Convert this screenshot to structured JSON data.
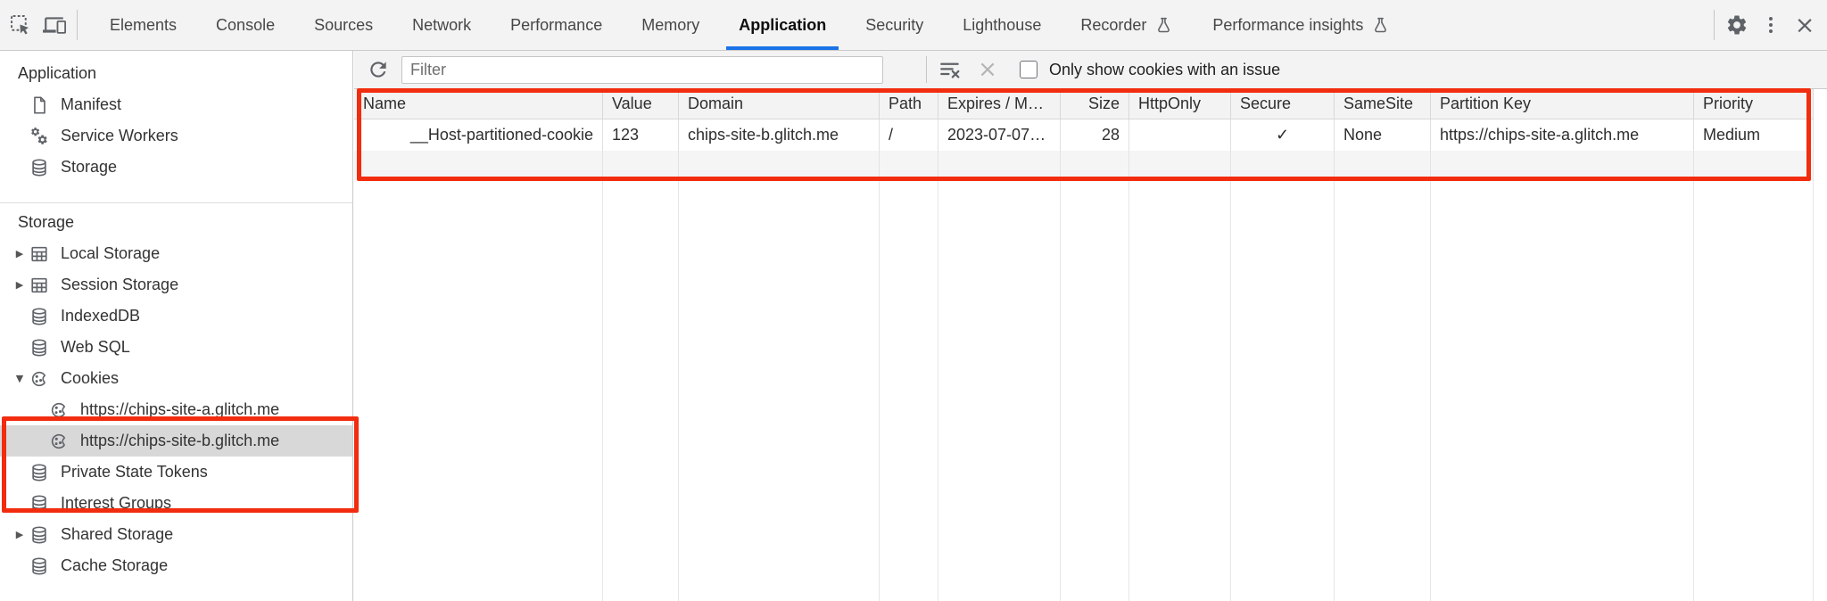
{
  "colors": {
    "accent_blue": "#1a73e8",
    "annotation_red": "#f22c0f",
    "selection_gray": "#d8d8d8"
  },
  "glyphs": {
    "close": "×",
    "check": "✓",
    "collapsed": "▶",
    "expanded": "▼"
  },
  "toolbar": {
    "tabs": [
      {
        "label": "Elements"
      },
      {
        "label": "Console"
      },
      {
        "label": "Sources"
      },
      {
        "label": "Network"
      },
      {
        "label": "Performance"
      },
      {
        "label": "Memory"
      },
      {
        "label": "Application",
        "active": true
      },
      {
        "label": "Security"
      },
      {
        "label": "Lighthouse"
      },
      {
        "label": "Recorder",
        "experimental": true
      },
      {
        "label": "Performance insights",
        "experimental": true
      }
    ]
  },
  "sidebar": {
    "app_section_title": "Application",
    "app_items": [
      {
        "label": "Manifest",
        "icon": "file-icon"
      },
      {
        "label": "Service Workers",
        "icon": "gears-icon"
      },
      {
        "label": "Storage",
        "icon": "database-icon"
      }
    ],
    "storage_section_title": "Storage",
    "storage_items": [
      {
        "label": "Local Storage",
        "icon": "table-icon",
        "state": "collapsed"
      },
      {
        "label": "Session Storage",
        "icon": "table-icon",
        "state": "collapsed"
      },
      {
        "label": "IndexedDB",
        "icon": "database-icon"
      },
      {
        "label": "Web SQL",
        "icon": "database-icon"
      },
      {
        "label": "Cookies",
        "icon": "cookie-icon",
        "state": "expanded"
      },
      {
        "label": "https://chips-site-a.glitch.me",
        "icon": "cookie-icon",
        "sub": true
      },
      {
        "label": "https://chips-site-b.glitch.me",
        "icon": "cookie-icon",
        "sub": true,
        "selected": true
      },
      {
        "label": "Private State Tokens",
        "icon": "database-icon"
      },
      {
        "label": "Interest Groups",
        "icon": "database-icon"
      },
      {
        "label": "Shared Storage",
        "icon": "database-icon",
        "state": "collapsed"
      },
      {
        "label": "Cache Storage",
        "icon": "database-icon"
      }
    ]
  },
  "filterbar": {
    "placeholder": "Filter",
    "checkbox_label": "Only show cookies with an issue",
    "checkbox_checked": false
  },
  "cookies_table": {
    "columns": [
      "Name",
      "Value",
      "Domain",
      "Path",
      "Expires / M…",
      "Size",
      "HttpOnly",
      "Secure",
      "SameSite",
      "Partition Key",
      "Priority"
    ],
    "row": {
      "name": "__Host-partitioned-cookie",
      "value": "123",
      "domain": "chips-site-b.glitch.me",
      "path": "/",
      "expires": "2023-07-07…",
      "size": "28",
      "http_only": "",
      "secure": "✓",
      "same_site": "None",
      "partition_key": "https://chips-site-a.glitch.me",
      "priority": "Medium"
    }
  }
}
